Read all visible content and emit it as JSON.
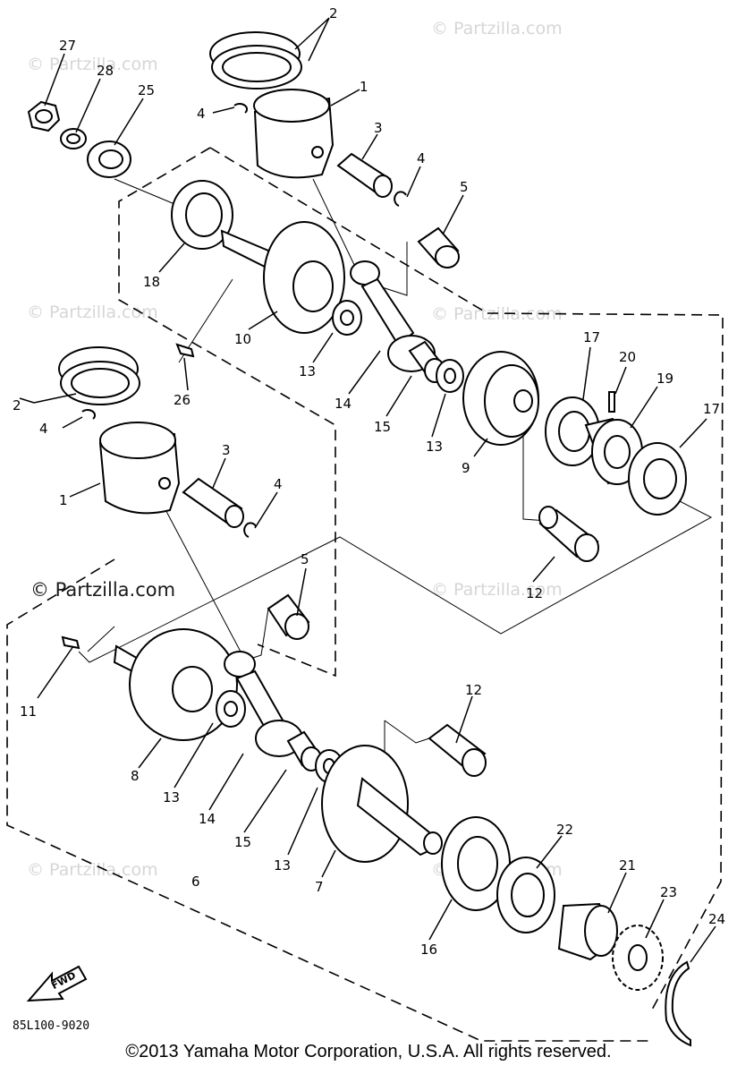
{
  "diagram": {
    "part_labels": [
      {
        "id": "p2a",
        "text": "2"
      },
      {
        "id": "p27",
        "text": "27"
      },
      {
        "id": "p28",
        "text": "28"
      },
      {
        "id": "p25",
        "text": "25"
      },
      {
        "id": "p4a",
        "text": "4"
      },
      {
        "id": "p1a",
        "text": "1"
      },
      {
        "id": "p3a",
        "text": "3"
      },
      {
        "id": "p4b",
        "text": "4"
      },
      {
        "id": "p5a",
        "text": "5"
      },
      {
        "id": "p18",
        "text": "18"
      },
      {
        "id": "p10",
        "text": "10"
      },
      {
        "id": "p13a",
        "text": "13"
      },
      {
        "id": "p14a",
        "text": "14"
      },
      {
        "id": "p15a",
        "text": "15"
      },
      {
        "id": "p13b",
        "text": "13"
      },
      {
        "id": "p9",
        "text": "9"
      },
      {
        "id": "p17a",
        "text": "17"
      },
      {
        "id": "p20",
        "text": "20"
      },
      {
        "id": "p19",
        "text": "19"
      },
      {
        "id": "p17b",
        "text": "17"
      },
      {
        "id": "p26",
        "text": "26"
      },
      {
        "id": "p2b",
        "text": "2"
      },
      {
        "id": "p4c",
        "text": "4"
      },
      {
        "id": "p1b",
        "text": "1"
      },
      {
        "id": "p3b",
        "text": "3"
      },
      {
        "id": "p4d",
        "text": "4"
      },
      {
        "id": "p12a",
        "text": "12"
      },
      {
        "id": "p5b",
        "text": "5"
      },
      {
        "id": "p11",
        "text": "11"
      },
      {
        "id": "p8",
        "text": "8"
      },
      {
        "id": "p13c",
        "text": "13"
      },
      {
        "id": "p14b",
        "text": "14"
      },
      {
        "id": "p15b",
        "text": "15"
      },
      {
        "id": "p12b",
        "text": "12"
      },
      {
        "id": "p13d",
        "text": "13"
      },
      {
        "id": "p7",
        "text": "7"
      },
      {
        "id": "p22",
        "text": "22"
      },
      {
        "id": "p21",
        "text": "21"
      },
      {
        "id": "p23",
        "text": "23"
      },
      {
        "id": "p24",
        "text": "24"
      },
      {
        "id": "p6",
        "text": "6"
      },
      {
        "id": "p16",
        "text": "16"
      }
    ],
    "fwd_label": "FWD",
    "reference_code": "85L100-9020",
    "watermark": "© Partzilla.com"
  },
  "footer": {
    "copyright": "©2013  Yamaha Motor Corporation, U.S.A. All rights reserved."
  }
}
